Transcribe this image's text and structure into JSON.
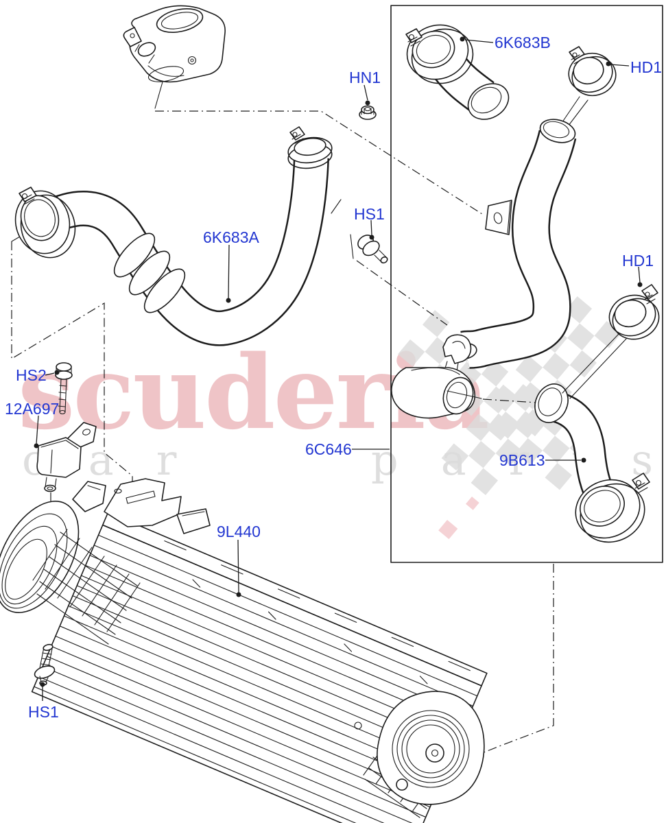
{
  "colors": {
    "label": "#2236D1",
    "line": "#1c1c1c",
    "brand": "rgba(203,58,69,0.30)",
    "tagline": "rgba(0,0,0,0.13)",
    "check": "#dcdcdc",
    "check_accent": "#f3c7cb"
  },
  "watermark": {
    "brand": "scuderia",
    "tagline": "car parts"
  },
  "diagram": {
    "labels": [
      {
        "id": "hn1",
        "text": "HN1"
      },
      {
        "id": "6k683b",
        "text": "6K683B"
      },
      {
        "id": "hd1-top",
        "text": "HD1"
      },
      {
        "id": "hs1-mid",
        "text": "HS1"
      },
      {
        "id": "6k683a",
        "text": "6K683A"
      },
      {
        "id": "hd1-right",
        "text": "HD1"
      },
      {
        "id": "hs2",
        "text": "HS2"
      },
      {
        "id": "12a697",
        "text": "12A697"
      },
      {
        "id": "6c646",
        "text": "6C646"
      },
      {
        "id": "9b613",
        "text": "9B613"
      },
      {
        "id": "9l440",
        "text": "9L440"
      },
      {
        "id": "hs1-bottom",
        "text": "HS1"
      }
    ]
  }
}
